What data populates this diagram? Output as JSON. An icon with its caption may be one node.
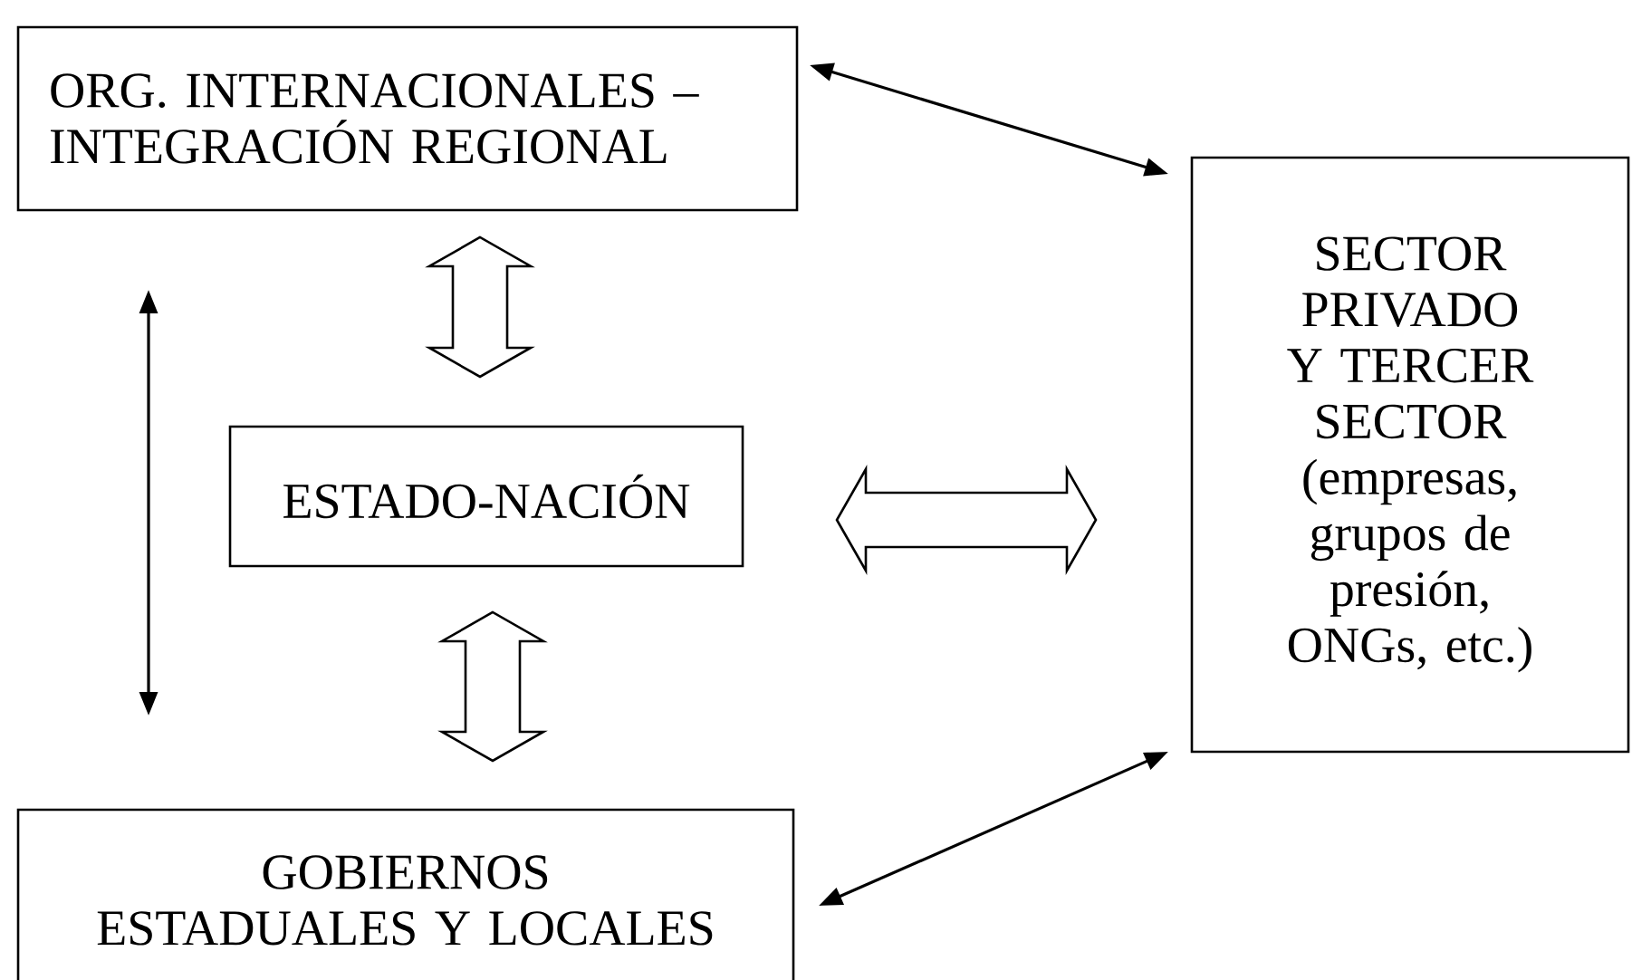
{
  "diagram": {
    "nodes": [
      {
        "text": [
          "ORG. INTERNACIONALES – INTEGRACIÓN REGIONAL"
        ]
      },
      {
        "text": [
          "SECTOR PRIVADO Y TERCER SECTOR",
          "(empresas, grupos de presión, ONGs, etc.)"
        ]
      },
      {
        "text": [
          "ESTADO-NACIÓN"
        ]
      },
      {
        "text": [
          "GOBIERNOS ESTADUALES Y LOCALES"
        ]
      }
    ],
    "edges": [
      {
        "from": 0,
        "to": 1,
        "arrow": "both"
      },
      {
        "from": 0,
        "to": 2,
        "arrow": "both",
        "style": "thick"
      },
      {
        "from": 0,
        "to": 3,
        "arrow": "both"
      },
      {
        "from": 2,
        "to": 1,
        "arrow": "both",
        "style": "thick"
      },
      {
        "from": 2,
        "to": 3,
        "arrow": "both",
        "style": "thick"
      },
      {
        "from": 3,
        "to": 1,
        "arrow": "both"
      }
    ]
  }
}
